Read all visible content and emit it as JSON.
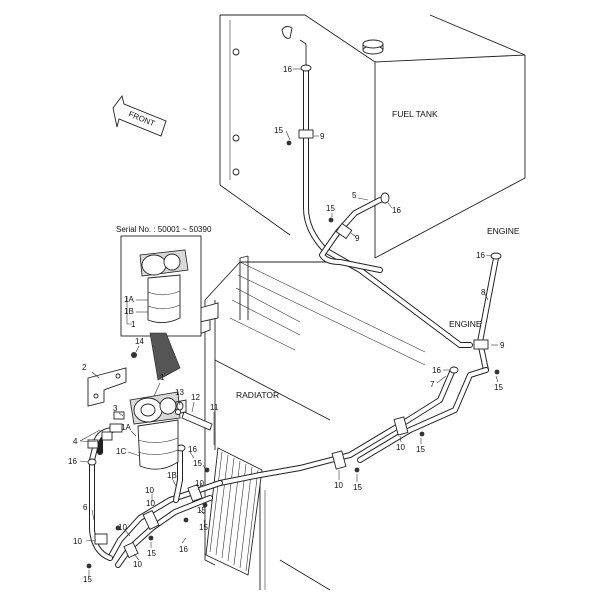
{
  "labels": {
    "fuel_tank": "FUEL TANK",
    "radiator": "RADIATOR",
    "engine_top": "ENGINE",
    "engine_mid": "ENGINE",
    "front": "FRONT",
    "serial_no": "Serial No. : 50001 ~ 50390"
  },
  "callouts": {
    "p16_tank": "16",
    "p15_tank": "15",
    "p9_tank": "9",
    "p5": "5",
    "p16_right": "16",
    "p15_mid": "15",
    "p9_mid": "9",
    "p16_engine": "16",
    "p8": "8",
    "p9_engine": "9",
    "p16_lower": "16",
    "p7": "7",
    "p15_engine": "15",
    "p10_a": "10",
    "p15_a": "15",
    "p10_b": "10",
    "p15_b": "15",
    "inset_1a": "1A",
    "inset_1b": "1B",
    "inset_1": "1",
    "p14": "14",
    "p2": "2",
    "p1": "1",
    "p13": "13",
    "p12": "12",
    "p11": "11",
    "p3": "3",
    "p4": "4",
    "p1a": "1A",
    "p16_left": "16",
    "p1c": "1C",
    "p16_center": "16",
    "p1b": "1B",
    "p15_center": "15",
    "p10_center": "10",
    "p6": "6",
    "p10_c": "10",
    "p15_c": "15",
    "p10_d": "10",
    "p10_e": "10",
    "p15_d": "15",
    "p10_f": "10",
    "p15_e": "15",
    "p16_f": "16",
    "p15_f": "15"
  }
}
